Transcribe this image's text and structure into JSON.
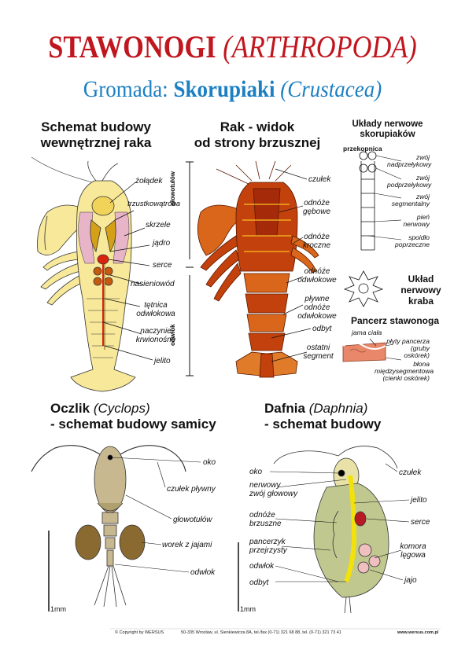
{
  "title": {
    "main": "STAWONOGI",
    "latin": "(ARTHROPODA)"
  },
  "subtitle": {
    "prefix": "Gromada:",
    "name": "Skorupiaki",
    "latin": "(Crustacea)"
  },
  "sections": {
    "internal": {
      "line1": "Schemat budowy",
      "line2": "wewnętrznej raka"
    },
    "ventral": {
      "line1": "Rak - widok",
      "line2": "od strony brzusznej"
    },
    "nervous": {
      "line1": "Układy nerwowe",
      "line2": "skorupiaków"
    },
    "crab": {
      "line1": "Układ",
      "line2": "nerwowy",
      "line3": "kraba"
    },
    "shell": {
      "title": "Pancerz stawonoga"
    },
    "cyclops": {
      "name": "Oczlik",
      "latin": "(Cyclops)",
      "line2": "- schemat budowy samicy"
    },
    "daphnia": {
      "name": "Dafnia",
      "latin": "(Daphnia)",
      "line2": "- schemat budowy"
    }
  },
  "labels_internal": {
    "stomach": "żołądek",
    "heart_tube": "trzustkowątroba",
    "gills": "skrzele",
    "testis": "jądro",
    "heart": "serce",
    "vas": "nasieniowód",
    "artery": "tętnica odwłokowa",
    "blood": "naczynie krwionośne",
    "gut": "jelito",
    "axis_top": "głowotułów",
    "axis_bottom": "odwłok"
  },
  "labels_ventral": {
    "antenna": "czułek",
    "mouth1": "odnóże",
    "mouth2": "gębowe",
    "walk1": "odnóże",
    "walk2": "kroczne",
    "abd1": "odnóże",
    "abd2": "odwłokowe",
    "swim1": "pływne",
    "swim2": "odnóże",
    "swim3": "odwłokowe",
    "anus": "odbyt",
    "last1": "ostatni",
    "last2": "segment"
  },
  "labels_nervous": {
    "brain": "przekopnica",
    "supra1": "zwój",
    "supra2": "nadprzełykowy",
    "sub1": "zwój",
    "sub2": "podprzełykowy",
    "seg1": "zwój",
    "seg2": "segmentalny",
    "trunk1": "pień",
    "trunk2": "nerwowy",
    "comm1": "spoidło",
    "comm2": "poprzeczne"
  },
  "labels_shell": {
    "cavity": "jama ciała",
    "plates1": "płyty pancerza",
    "plates2": "(gruby oskórek)",
    "membr1": "błona",
    "membr2": "międzysegmentowa",
    "membr3": "(cienki oskórek)"
  },
  "labels_cyclops": {
    "eye": "oko",
    "antenna": "czułek pływny",
    "cephalo": "głowotułów",
    "eggs": "worek z jajami",
    "abdomen": "odwłok",
    "scale": "1mm"
  },
  "labels_daphnia": {
    "antenna": "czułek",
    "eye": "oko",
    "ganglion1": "nerwowy",
    "ganglion2": "zwój głowowy",
    "gut": "jelito",
    "legs1": "odnóże",
    "legs2": "brzuszne",
    "heart": "serce",
    "shell1": "pancerzyk",
    "shell2": "przejrzysty",
    "brood1": "komora",
    "brood2": "lęgowa",
    "abdomen": "odwłok",
    "anus": "odbyt",
    "egg": "jajo",
    "scale": "1mm"
  },
  "footer": {
    "copyright": "© Copyright by WERSUS",
    "address": "50-335 Wrocław, ul. Sienkiewicza 8A, tel./fax (0-71) 321 68 88, tel. (0-71) 321 73 41",
    "url": "www.wersus.com.pl"
  },
  "colors": {
    "title": "#c0161e",
    "subtitle": "#1b7fc2",
    "crayfish_light": "#f7e89a",
    "crayfish_ventral": "#c2410c"
  }
}
